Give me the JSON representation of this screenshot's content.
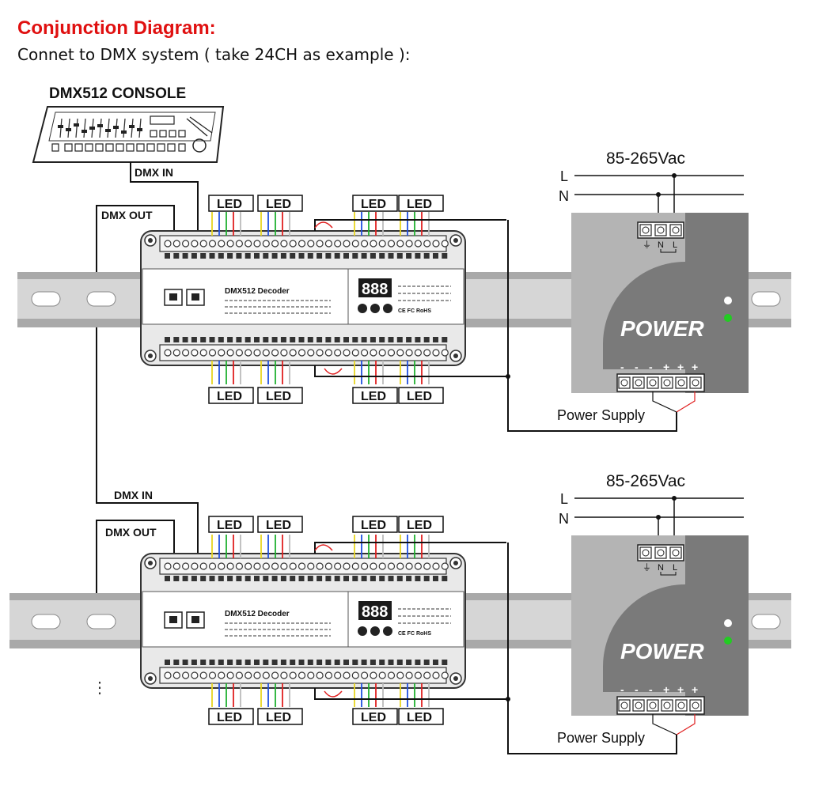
{
  "header": {
    "title": "Conjunction Diagram:",
    "subtitle": "Connet to DMX system ( take 24CH as example ):"
  },
  "console": {
    "label": "DMX512 CONSOLE"
  },
  "dmx_labels": {
    "dmx_in": "DMX IN",
    "dmx_out": "DMX OUT"
  },
  "led_label": "LED",
  "decoder": {
    "name": "DMX512 Decoder",
    "display": "888",
    "cert_text": "CE FC RoHS"
  },
  "power": {
    "voltage": "85-265Vac",
    "line_l": "L",
    "line_n": "N",
    "label": "POWER",
    "caption": "Power Supply",
    "input_terminal_labels": [
      "⏚",
      "N",
      "L"
    ],
    "output_polarity": [
      "-",
      "-",
      "-",
      "+",
      "+",
      "+"
    ],
    "indicator_colors": [
      "#ffffff",
      "#22cc22"
    ]
  },
  "continuation": "⋮",
  "colors": {
    "wire_red": "#e02020",
    "wire_green": "#20b030",
    "wire_blue": "#2050e0",
    "wire_white": "#cccccc",
    "rail": "#a9a9a9",
    "psu_light": "#b4b4b4",
    "psu_dark": "#7a7a7a",
    "title_red": "#e01010"
  }
}
